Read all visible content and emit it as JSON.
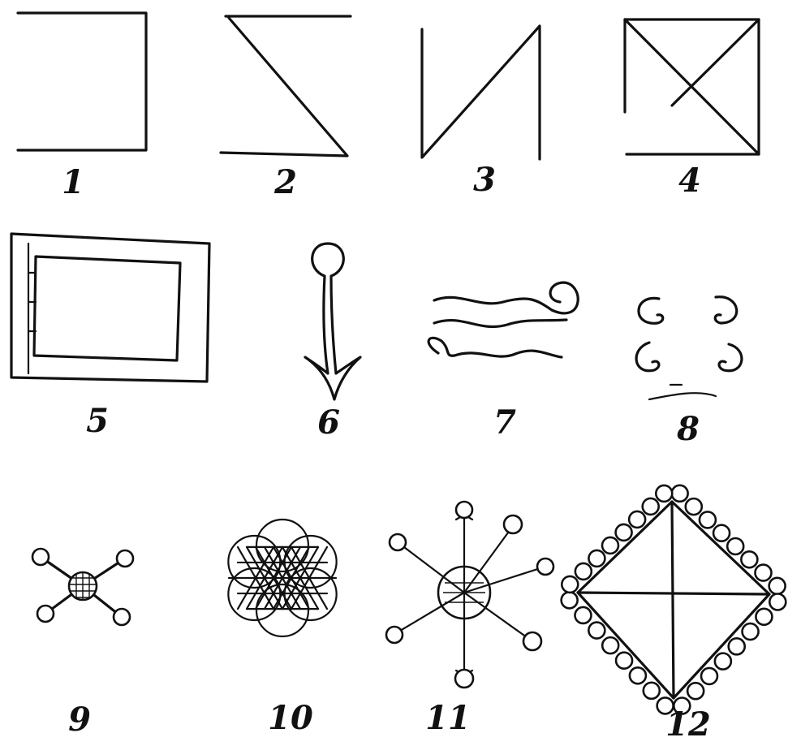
{
  "figure": {
    "labels": [
      "1",
      "2",
      "3",
      "4",
      "5",
      "6",
      "7",
      "8",
      "9",
      "10",
      "11",
      "12"
    ]
  }
}
